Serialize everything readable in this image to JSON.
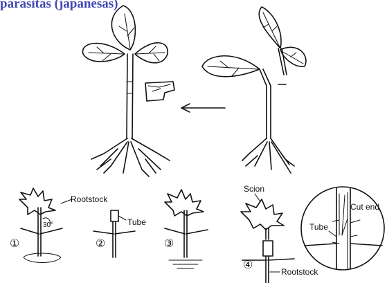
{
  "heading": "parasitas (japanesas)",
  "labels": {
    "rootstock_top": "Rootstock",
    "angle": "30°",
    "tube": "Tube",
    "scion": "Scion",
    "tube_inset": "Tube",
    "cut_end": "Cut end",
    "rootstock_bottom": "Rootstock"
  },
  "steps": [
    "①",
    "②",
    "③",
    "④"
  ]
}
